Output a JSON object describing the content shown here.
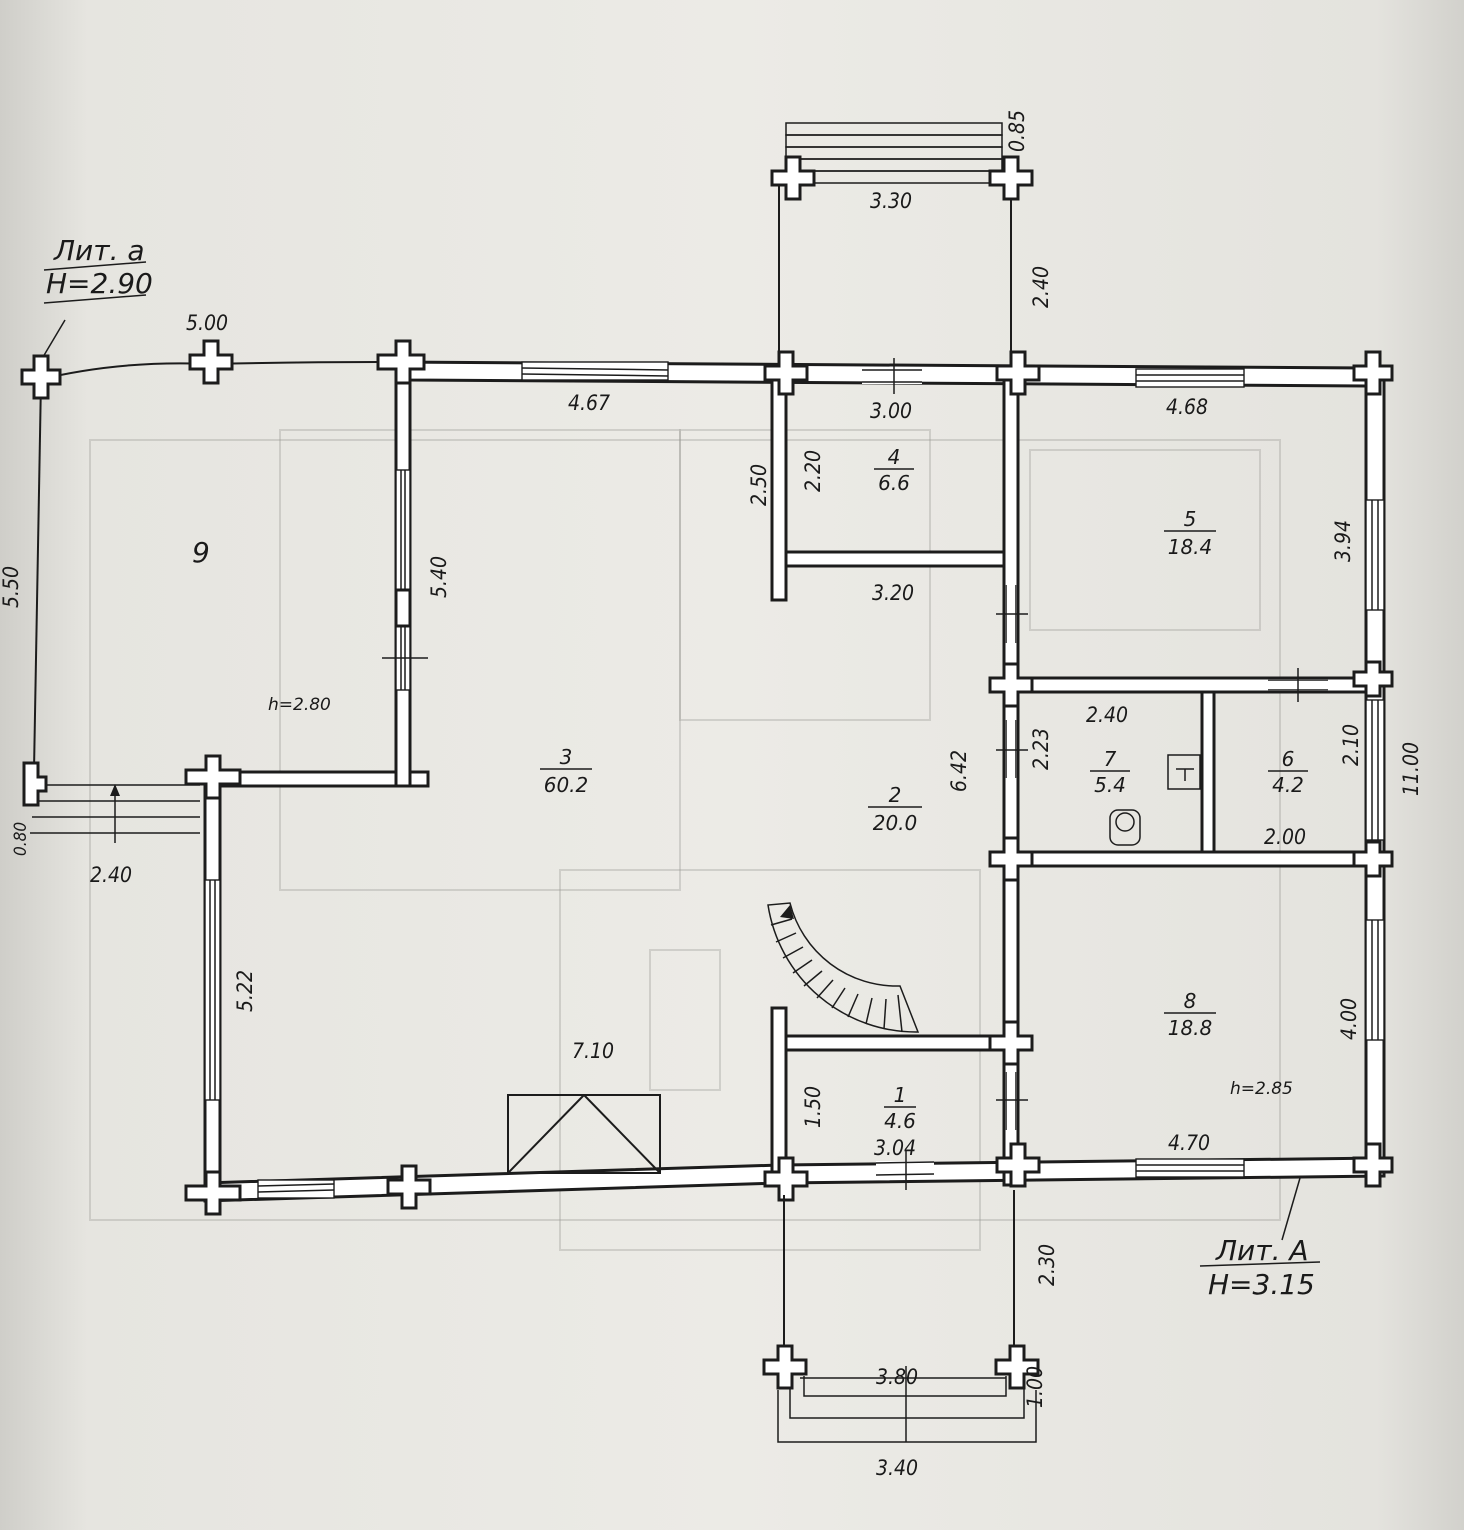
{
  "labels": {
    "lit_a_small": "Лит. а",
    "height_a": "Н=2.90",
    "lit_a_big": "Лит. А",
    "height_A": "Н=3.15",
    "h_room9": "h=2.80",
    "h_room8": "h=2.85"
  },
  "rooms": [
    {
      "num": "1",
      "area": "4.6"
    },
    {
      "num": "2",
      "area": "20.0"
    },
    {
      "num": "3",
      "area": "60.2"
    },
    {
      "num": "4",
      "area": "6.6"
    },
    {
      "num": "5",
      "area": "18.4"
    },
    {
      "num": "6",
      "area": "4.2"
    },
    {
      "num": "7",
      "area": "5.4"
    },
    {
      "num": "8",
      "area": "18.8"
    },
    {
      "num": "9"
    }
  ],
  "dims": {
    "porch_top_width": "3.30",
    "porch_top_step": "0.85",
    "porch_top_depth": "2.40",
    "terrace_top": "5.00",
    "terrace_left": "5.50",
    "terrace_step": "0.80",
    "terrace_bottom": "2.40",
    "wall_5_40": "5.40",
    "top_4_67": "4.67",
    "top_3_00": "3.00",
    "top_4_68": "4.68",
    "r4_2_50": "2.50",
    "r4_2_20": "2.20",
    "r4_3_20": "3.20",
    "r5_3_94": "3.94",
    "r7_2_40": "2.40",
    "r2_6_42": "6.42",
    "r7_2_23": "2.23",
    "r6_2_10": "2.10",
    "right_11_00": "11.00",
    "r6_2_00": "2.00",
    "left_5_22": "5.22",
    "stair_7_10": "7.10",
    "r1_1_50": "1.50",
    "r1_3_04": "3.04",
    "r8_4_00": "4.00",
    "bottom_4_70": "4.70",
    "porch_bottom_depth": "2.30",
    "porch_bottom_inner": "3.80",
    "porch_bottom_step": "1.00",
    "porch_bottom_width": "3.40"
  }
}
